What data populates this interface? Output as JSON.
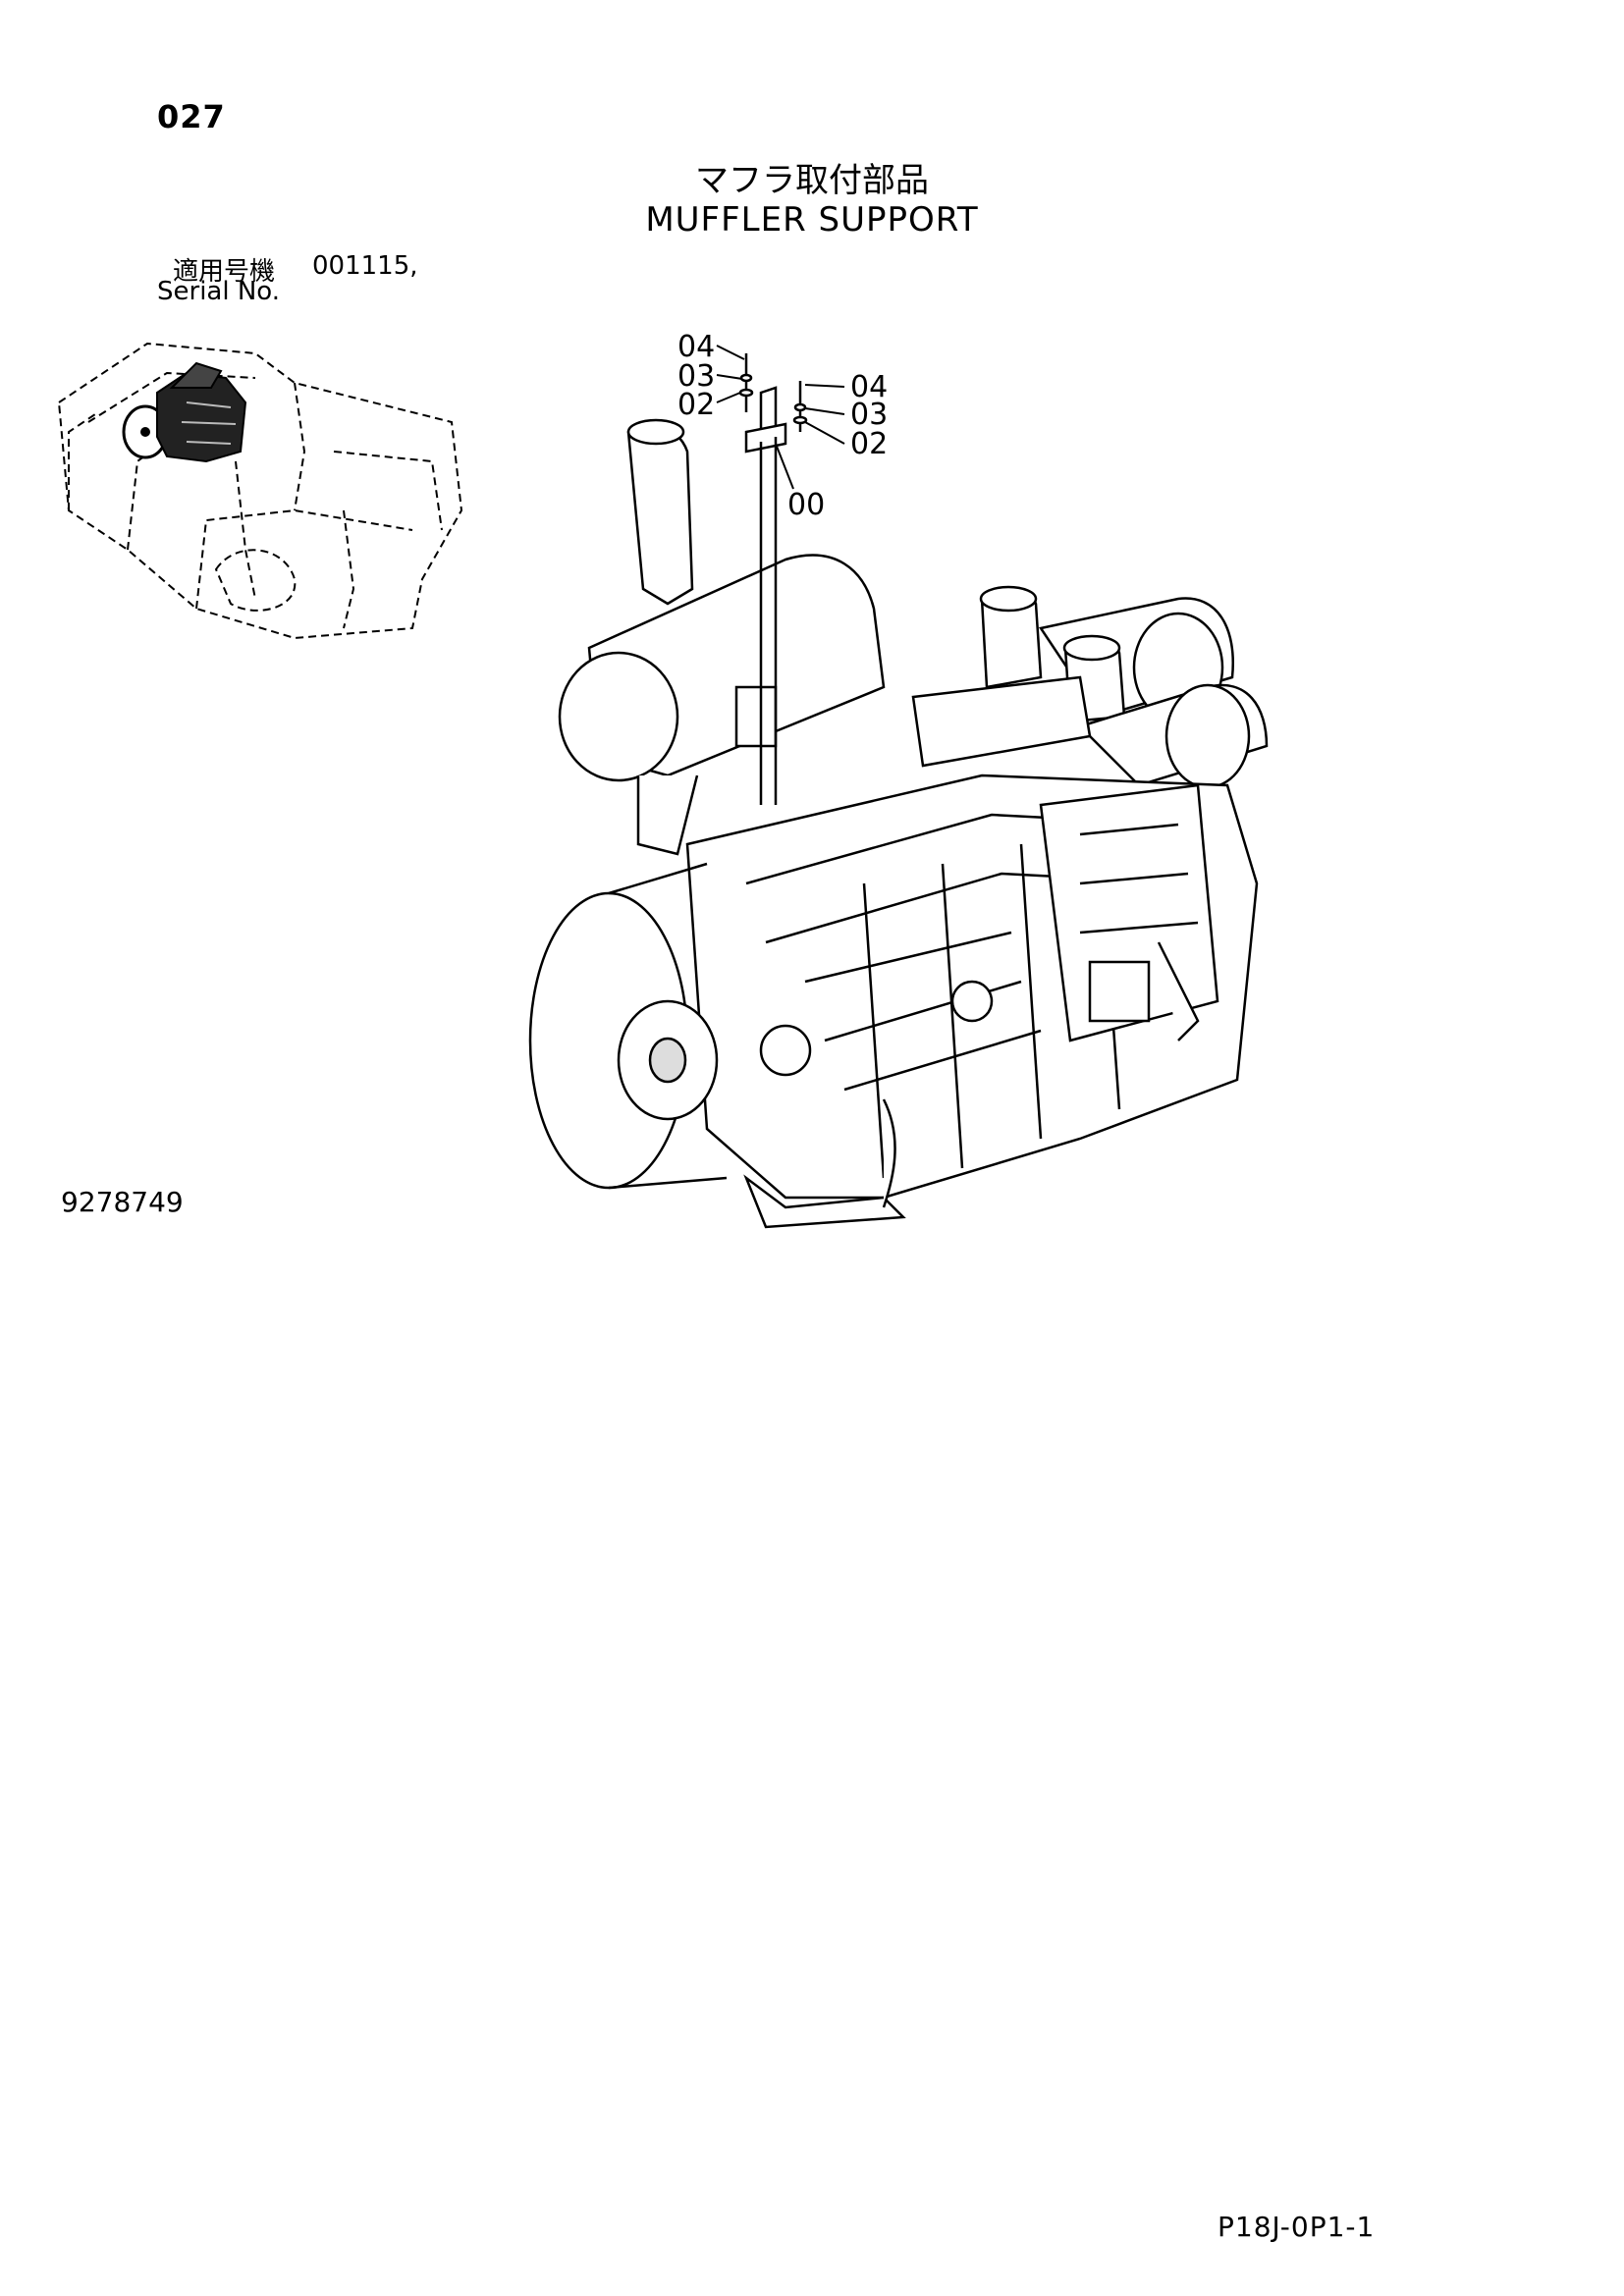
{
  "page": {
    "number": "027",
    "title_ja": "マフラ取付部品",
    "title_en": "MUFFLER SUPPORT",
    "serial_label_ja": "適用号機",
    "serial_label_en": "Serial No.",
    "serial_value": "001115,",
    "drawing_number": "9278749",
    "reference_code": "P18J-0P1-1"
  },
  "part_labels": {
    "left_04": "04",
    "left_03": "03",
    "left_02": "02",
    "right_04": "04",
    "right_03": "03",
    "right_02": "02",
    "bracket_00": "00"
  }
}
